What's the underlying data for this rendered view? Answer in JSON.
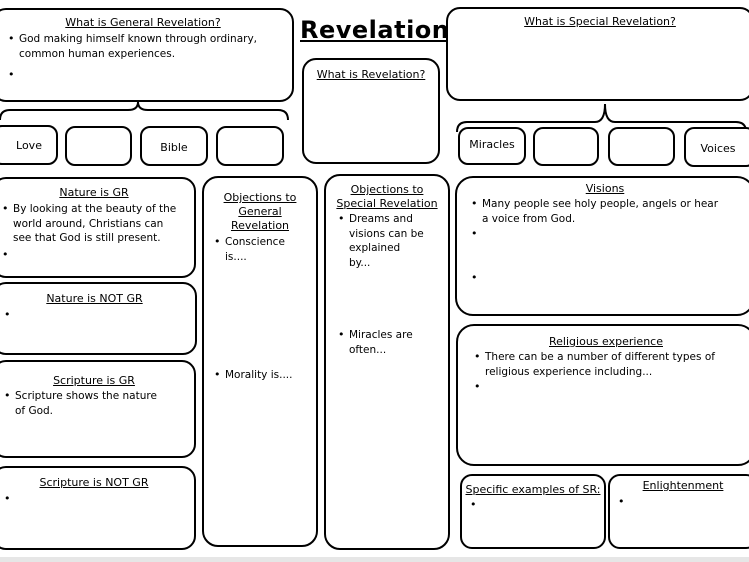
{
  "main_title": "Revelation",
  "what_is_revelation": "What is Revelation?",
  "general": {
    "title": "What is General Revelation?",
    "bullets": [
      "God making himself known through ordinary, common human experiences.",
      ""
    ]
  },
  "special": {
    "title": "What is Special Revelation?"
  },
  "gr_boxes": [
    "Love",
    "",
    "Bible",
    ""
  ],
  "sr_boxes": [
    "Miracles",
    "",
    "",
    "Voices"
  ],
  "nature_gr": {
    "title": "Nature is GR",
    "bullets": [
      "By looking at the beauty of the world around, Christians can see that God is still present.",
      ""
    ]
  },
  "nature_not_gr": {
    "title": "Nature is NOT GR",
    "bullets": [
      ""
    ]
  },
  "scripture_gr": {
    "title": "Scripture is GR",
    "bullets": [
      "Scripture shows the nature of God."
    ]
  },
  "scripture_not_gr": {
    "title": "Scripture is NOT GR",
    "bullets": [
      ""
    ]
  },
  "objections_gr": {
    "title": "Objections to General Revelation",
    "bullets": [
      "Conscience is....",
      "Morality is...."
    ]
  },
  "objections_sr": {
    "title": "Objections to Special Revelation",
    "bullets": [
      "Dreams and visions can be explained by...",
      "Miracles are often..."
    ]
  },
  "visions": {
    "title": "Visions",
    "bullets": [
      "Many people see holy people, angels or hear a voice from God.",
      "",
      ""
    ]
  },
  "religious_experience": {
    "title": "Religious experience",
    "bullets": [
      "There can be a number of different types of religious experience including...",
      ""
    ]
  },
  "specific_examples": {
    "title": "Specific examples of SR:",
    "bullets": [
      ""
    ]
  },
  "enlightenment": {
    "title": "Enlightenment",
    "bullets": [
      ""
    ]
  }
}
